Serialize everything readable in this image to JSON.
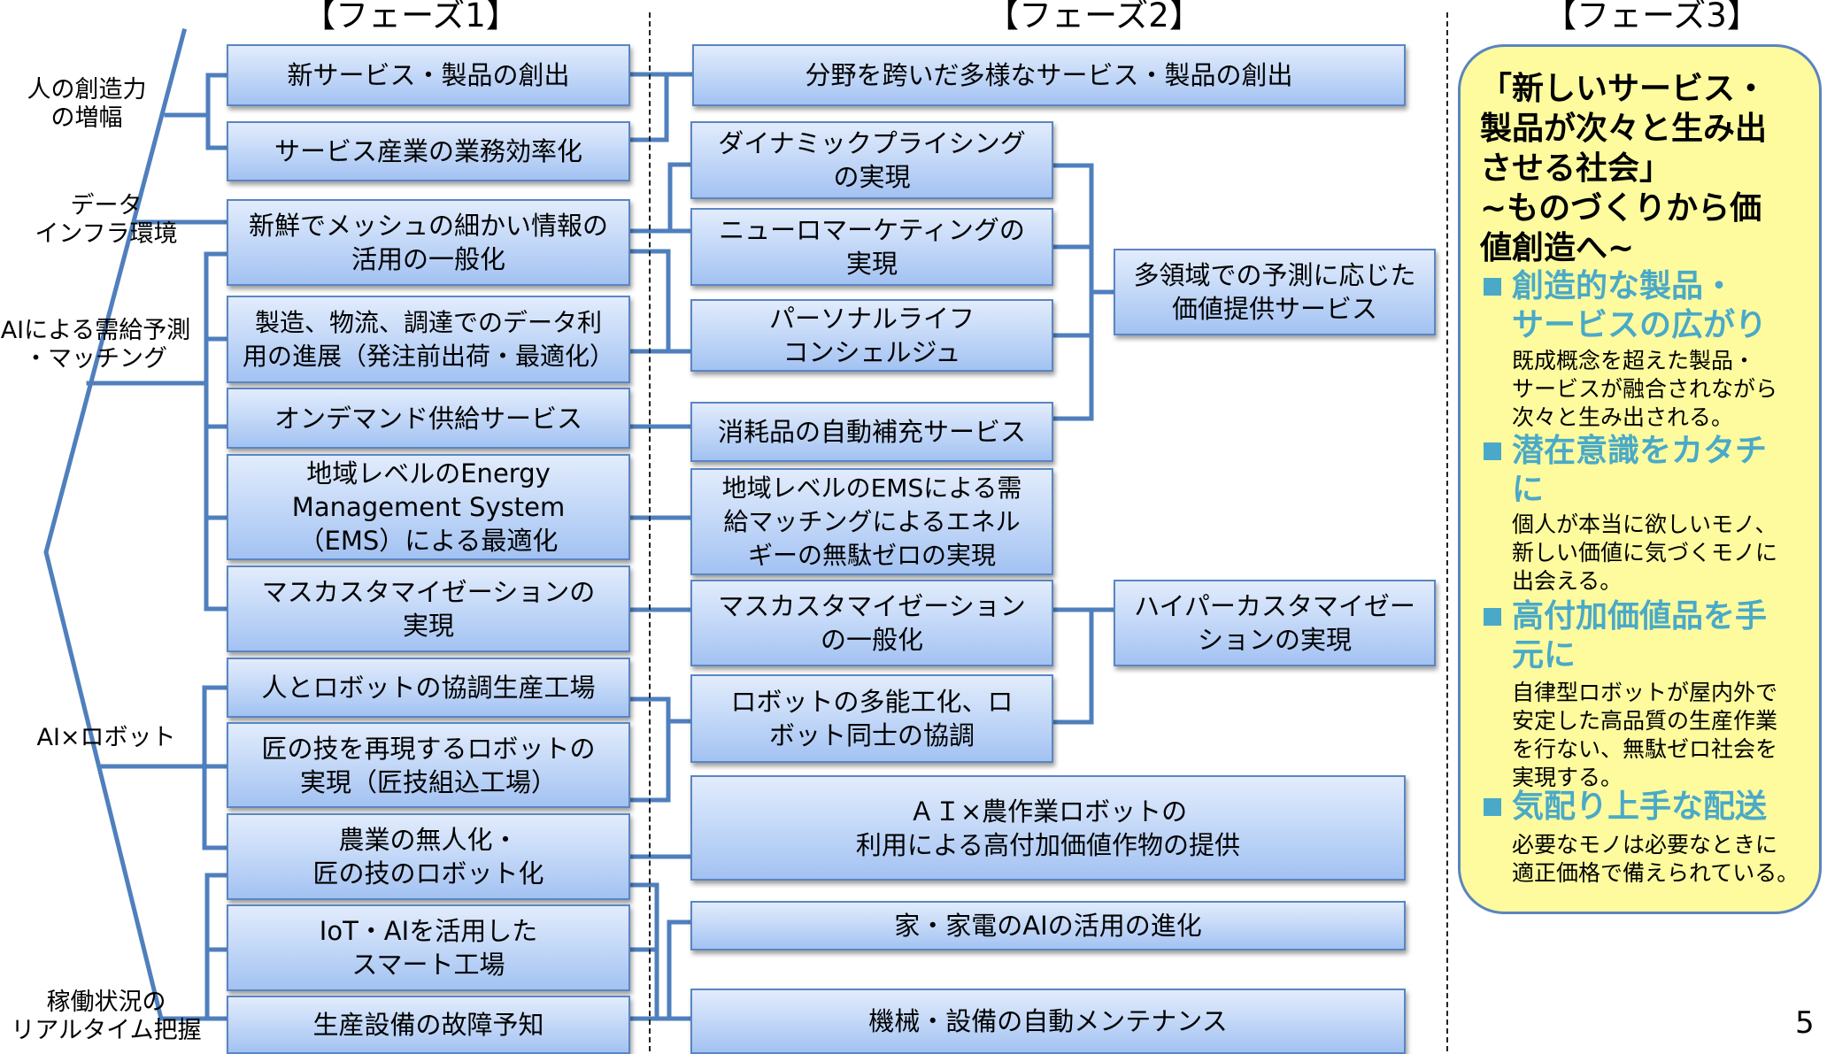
{
  "phases": [
    {
      "title": "【フェーズ1】"
    },
    {
      "title": "【フェーズ2】"
    },
    {
      "title": "【フェーズ3】"
    }
  ],
  "categories": [
    {
      "label": "人の創造力\nの増幅"
    },
    {
      "label": "データ\nインフラ環境"
    },
    {
      "label": "AIによる需給予測\n・マッチング"
    },
    {
      "label": "AI×ロボット"
    },
    {
      "label": "稼働状況の\nリアルタイム把握"
    }
  ],
  "phase1_items": [
    {
      "label": "新サービス・製品の創出"
    },
    {
      "label": "サービス産業の業務効率化"
    },
    {
      "label": "新鮮でメッシュの細かい情報の\n活用の一般化"
    },
    {
      "label": "製造、物流、調達でのデータ利\n用の進展（発注前出荷・最適化）"
    },
    {
      "label": "オンデマンド供給サービス"
    },
    {
      "label": "地域レベルのEnergy\nManagement System\n（EMS）による最適化"
    },
    {
      "label": "マスカスタマイゼーションの\n実現"
    },
    {
      "label": "人とロボットの協調生産工場"
    },
    {
      "label": "匠の技を再現するロボットの\n実現（匠技組込工場）"
    },
    {
      "label": "農業の無人化・\n匠の技のロボット化"
    },
    {
      "label": "IoT・AIを活用した\nスマート工場"
    },
    {
      "label": "生産設備の故障予知"
    }
  ],
  "phase2_items": [
    {
      "label": "分野を跨いだ多様なサービス・製品の創出"
    },
    {
      "label": "ダイナミックプライシング\nの実現"
    },
    {
      "label": "ニューロマーケティングの\n実現"
    },
    {
      "label": "パーソナルライフ\nコンシェルジュ"
    },
    {
      "label": "消耗品の自動補充サービス"
    },
    {
      "label": "地域レベルのEMSによる需\n給マッチングによるエネル\nギーの無駄ゼロの実現"
    },
    {
      "label": "マスカスタマイゼーション\nの一般化"
    },
    {
      "label": "ロボットの多能工化、ロ\nボット同士の協調"
    },
    {
      "label": "ＡＩ×農作業ロボットの\n利用による高付加価値作物の提供"
    },
    {
      "label": "家・家電のAIの活用の進化"
    },
    {
      "label": "機械・設備の自動メンテナンス"
    }
  ],
  "phase2_merged": [
    {
      "label": "多領域での予測に応じた\n価値提供サービス"
    },
    {
      "label": "ハイパーカスタマイゼー\nションの実現"
    }
  ],
  "phase3": {
    "headline": "「新しいサービス・\n製品が次々と生み出\nさせる社会」\n~ものづくりから価\n値創造へ~",
    "points": [
      {
        "heading": "創造的な製品・\nサービスの広がり",
        "body": "既成概念を超えた製品・\nサービスが融合されながら\n次々と生み出される。"
      },
      {
        "heading": "潜在意識をカタチ\nに",
        "body": "個人が本当に欲しいモノ、\n新しい価値に気づくモノに\n出会える。"
      },
      {
        "heading": "高付加価値品を手\n元に",
        "body": "自律型ロボットが屋内外で\n安定した高品質の生産作業\nを行ない、無駄ゼロ社会を\n実現する。"
      },
      {
        "heading": "気配り上手な配送",
        "body": "必要なモノは必要なときに\n適正価格で備えられている。"
      }
    ]
  },
  "page_number": "5",
  "colors": {
    "line": "#4f7fbd",
    "box_border": "#5a86c2",
    "phase3_fill": "#fdfb9e",
    "phase3_accent": "#4aa9c8"
  }
}
